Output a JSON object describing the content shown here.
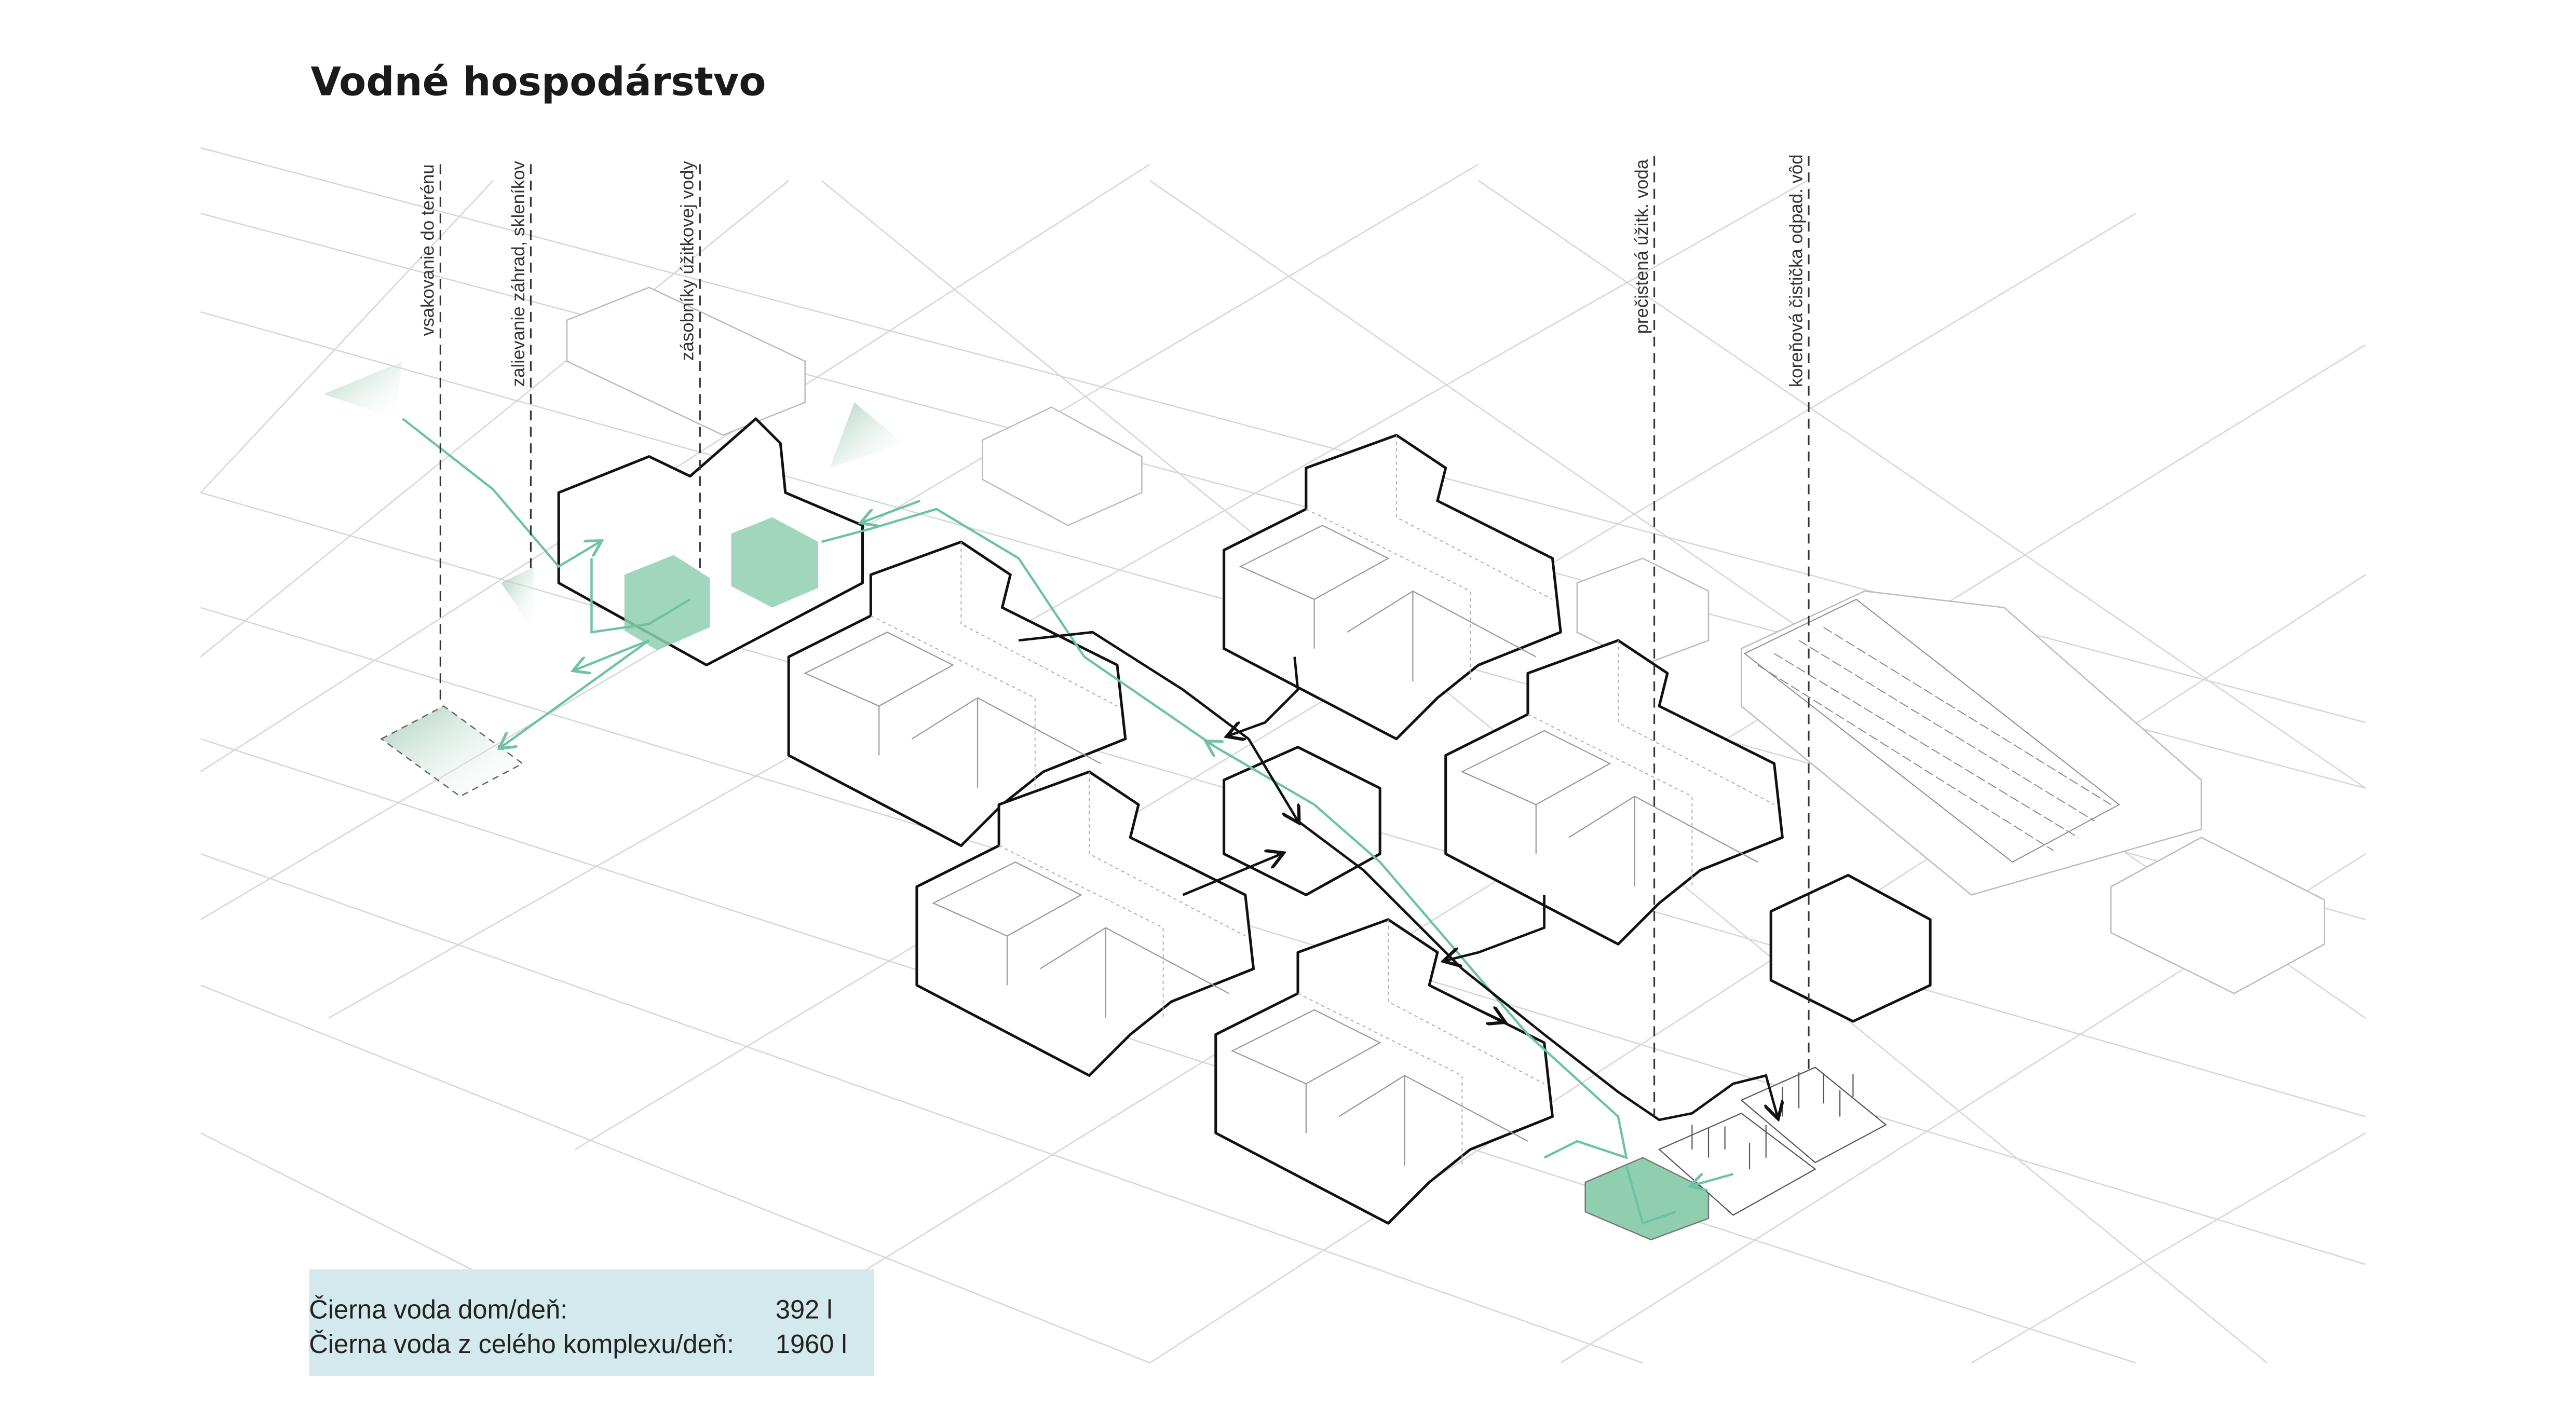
{
  "title": "Vodné hospodárstvo",
  "labels": [
    "vsakovanie do terénu",
    "zalievanie záhrad, skleníkov",
    "zásobníky úžitkovej vody",
    "prečistená úžitk. voda",
    "koreňová čistička odpad. vôd"
  ],
  "info_box": {
    "rows": [
      {
        "label": "Čierna voda dom/deň:",
        "value": "392 l"
      },
      {
        "label": "Čierna voda z celého komplexu/deň:",
        "value": "1960 l"
      }
    ]
  },
  "colors": {
    "green_water": "#6cc2a2",
    "green_fill": "#8fcfb0",
    "black_water": "#111111",
    "info_bg": "#d3e9ee"
  }
}
